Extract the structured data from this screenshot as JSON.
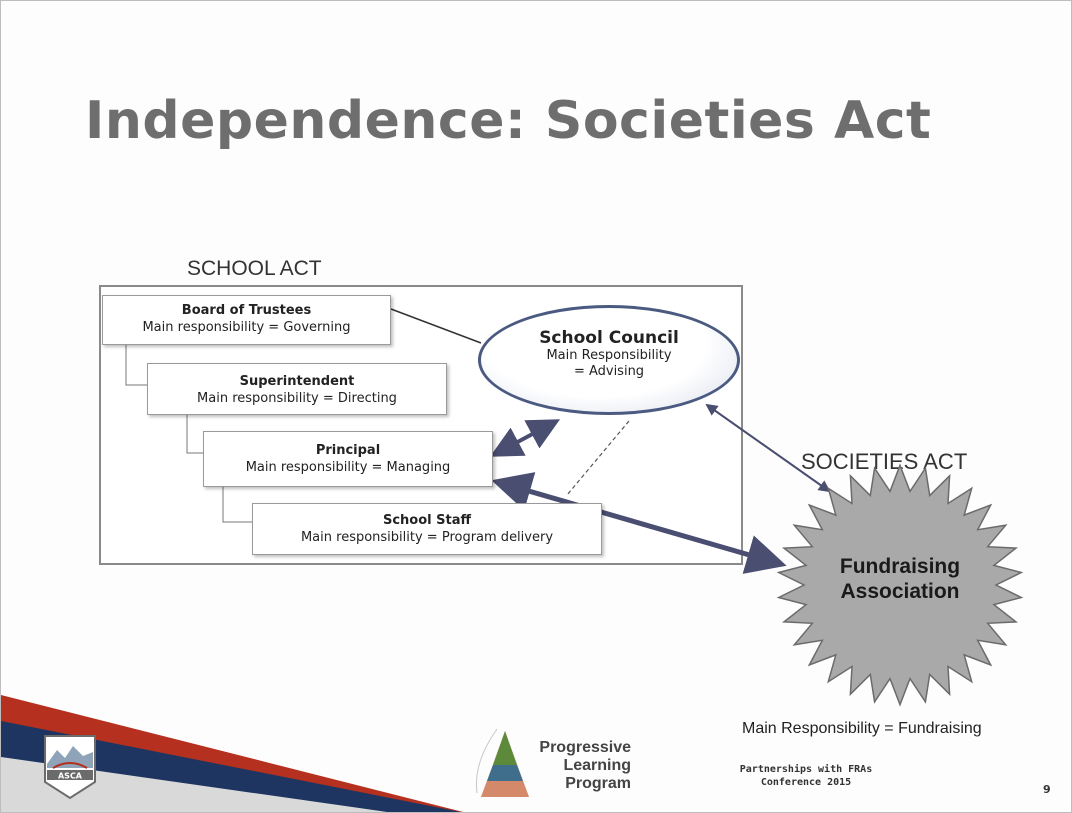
{
  "slide": {
    "title": "Independence: Societies Act",
    "school_act_label": "SCHOOL ACT",
    "societies_act_label": "SOCIETIES ACT",
    "page_number": "9"
  },
  "hierarchy": {
    "board": {
      "name": "Board of Trustees",
      "resp": "Main responsibility = Governing"
    },
    "superintendent": {
      "name": "Superintendent",
      "resp": "Main responsibility = Directing"
    },
    "principal": {
      "name": "Principal",
      "resp": "Main responsibility = Managing"
    },
    "staff": {
      "name": "School Staff",
      "resp": "Main responsibility = Program delivery"
    }
  },
  "council": {
    "name": "School Council",
    "resp_line1": "Main Responsibility",
    "resp_line2": "= Advising"
  },
  "fundraising": {
    "line1": "Fundraising",
    "line2": "Association",
    "resp": "Main Responsibility = Fundraising"
  },
  "footer": {
    "logo_line1": "Progressive",
    "logo_line2": "Learning",
    "logo_line3": "Program",
    "partnerships_line1": "Partnerships with FRAs",
    "partnerships_line2": "Conference 2015",
    "crest_text": "ASCA"
  },
  "colors": {
    "title": "#6e6e6e",
    "band_red": "#b5301f",
    "band_blue": "#1d3560",
    "arrow": "#4a4e70",
    "starburst": "#a9a9a9",
    "council_border": "#4a5a80"
  }
}
